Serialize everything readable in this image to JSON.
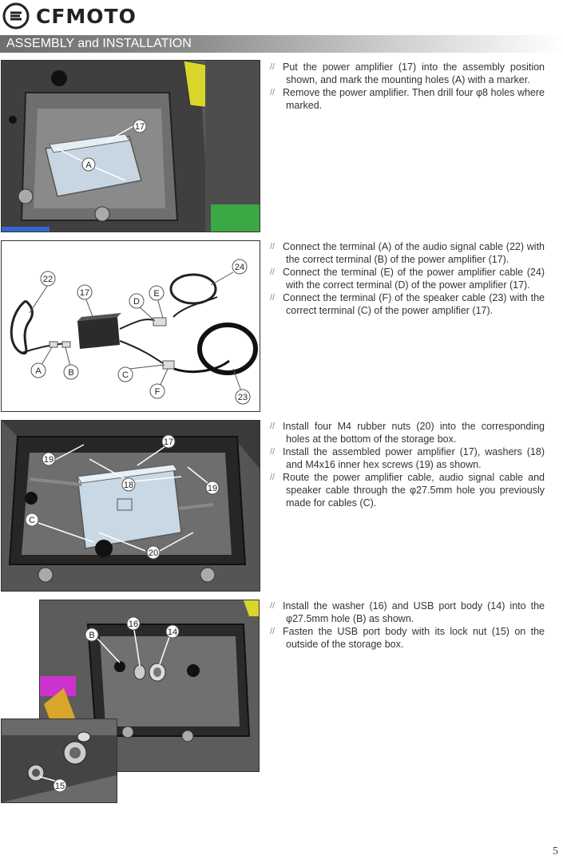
{
  "brand": {
    "name": "CFMOTO"
  },
  "section": {
    "title": "ASSEMBLY and INSTALLATION"
  },
  "steps": [
    {
      "items": [
        "Put the power amplifier (17) into the assembly position shown, and mark the mounting holes (A) with a marker.",
        "Remove the power amplifier. Then drill four φ8 holes where marked."
      ],
      "callouts": [
        "17",
        "A"
      ]
    },
    {
      "items": [
        "Connect the terminal (A) of the audio signal cable (22) with the correct terminal (B) of the power amplifier (17).",
        "Connect the terminal (E) of the power amplifier cable (24) with the correct terminal (D) of the power amplifier (17).",
        "Connect the terminal (F) of the speaker cable (23) with the correct terminal (C) of the power amplifier (17)."
      ],
      "callouts": [
        "22",
        "17",
        "D",
        "E",
        "24",
        "A",
        "B",
        "C",
        "F",
        "23"
      ]
    },
    {
      "items": [
        "Install four M4 rubber nuts (20) into the corresponding holes at the bottom of the storage box.",
        "Install the assembled power amplifier (17), washers (18) and M4x16 inner hex screws (19) as shown.",
        "Route the power amplifier cable, audio signal cable and speaker cable through the φ27.5mm hole you previously made for cables (C)."
      ],
      "callouts": [
        "17",
        "19",
        "18",
        "19",
        "C",
        "20"
      ]
    },
    {
      "items": [
        "Install the washer (16) and USB port body (14) into the φ27.5mm hole (B) as shown.",
        "Fasten the USB port body with its lock nut (15) on the outside of the storage box."
      ],
      "callouts": [
        "16",
        "B",
        "14",
        "15"
      ]
    }
  ],
  "step_marker": "//",
  "page_number": "5"
}
